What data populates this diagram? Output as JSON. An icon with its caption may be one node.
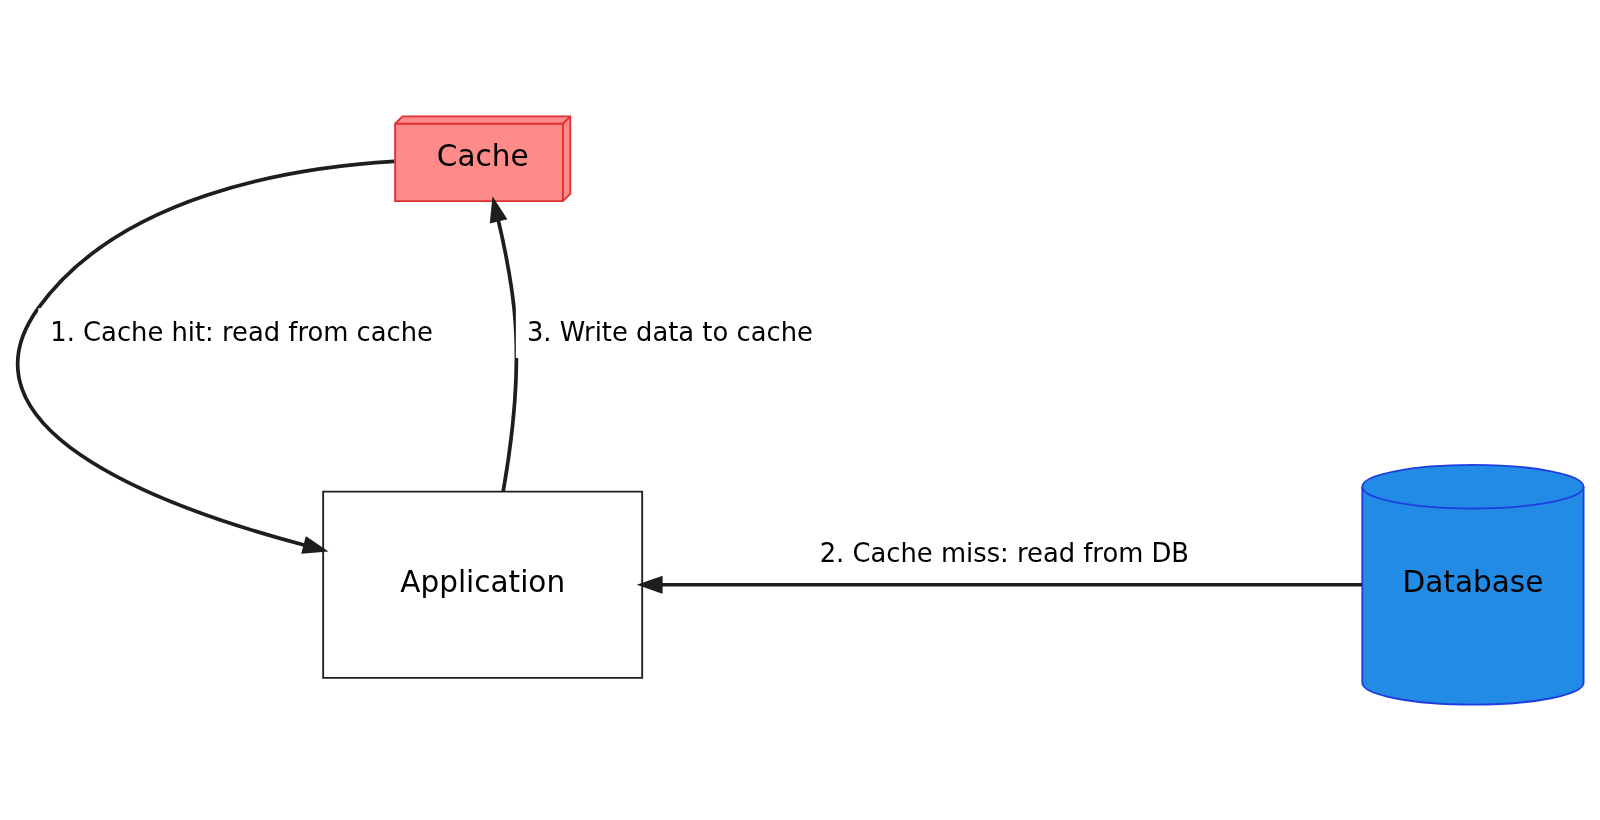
{
  "diagram": {
    "nodes": [
      {
        "text": [
          "Cache"
        ]
      },
      {
        "text": [
          "Application"
        ]
      },
      {
        "text": [
          "Database"
        ]
      }
    ],
    "edges": [
      {
        "from": 0,
        "to": 1,
        "arrow": "to",
        "label": "1. Cache hit: read from cache"
      },
      {
        "from": 1,
        "to": 0,
        "arrow": "to",
        "label": "3. Write data to cache"
      },
      {
        "from": 2,
        "to": 1,
        "arrow": "to",
        "label": "2. Cache miss: read from DB"
      }
    ]
  }
}
